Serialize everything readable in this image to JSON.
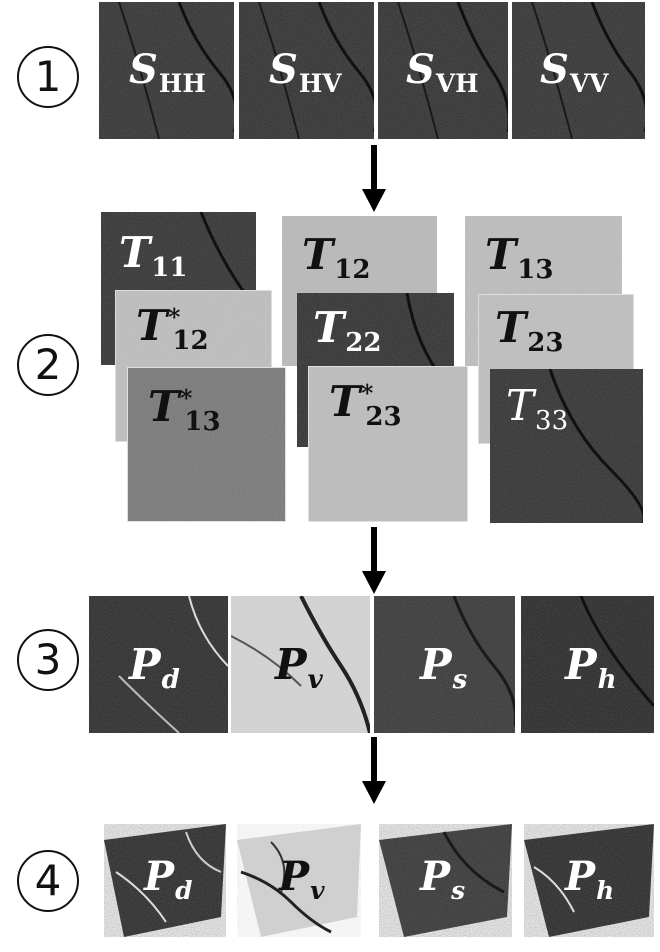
{
  "steps": {
    "one": "1",
    "two": "2",
    "three": "3",
    "four": "4"
  },
  "row1": {
    "s_hh": {
      "base": "S",
      "sub": "HH"
    },
    "s_hv": {
      "base": "S",
      "sub": "HV"
    },
    "s_vh": {
      "base": "S",
      "sub": "VH"
    },
    "s_vv": {
      "base": "S",
      "sub": "VV"
    }
  },
  "row2": {
    "t11": {
      "base": "T",
      "sub": "11"
    },
    "t12": {
      "base": "T",
      "sub": "12"
    },
    "t13": {
      "base": "T",
      "sub": "13"
    },
    "t12c": {
      "base": "T",
      "sup": "*",
      "sub": "12"
    },
    "t22": {
      "base": "T",
      "sub": "22"
    },
    "t23": {
      "base": "T",
      "sub": "23"
    },
    "t13c": {
      "base": "T",
      "sup": "*",
      "sub": "13"
    },
    "t23c": {
      "base": "T",
      "sup": "*",
      "sub": "23"
    },
    "t33": {
      "base": "T",
      "sub": "33"
    }
  },
  "row3": {
    "pd": {
      "base": "P",
      "sub": "d"
    },
    "pv": {
      "base": "P",
      "sub": "v"
    },
    "ps": {
      "base": "P",
      "sub": "s"
    },
    "ph": {
      "base": "P",
      "sub": "h"
    }
  },
  "row4": {
    "pd": {
      "base": "P",
      "sub": "d"
    },
    "pv": {
      "base": "P",
      "sub": "v"
    },
    "ps": {
      "base": "P",
      "sub": "s"
    },
    "ph": {
      "base": "P",
      "sub": "h"
    }
  }
}
